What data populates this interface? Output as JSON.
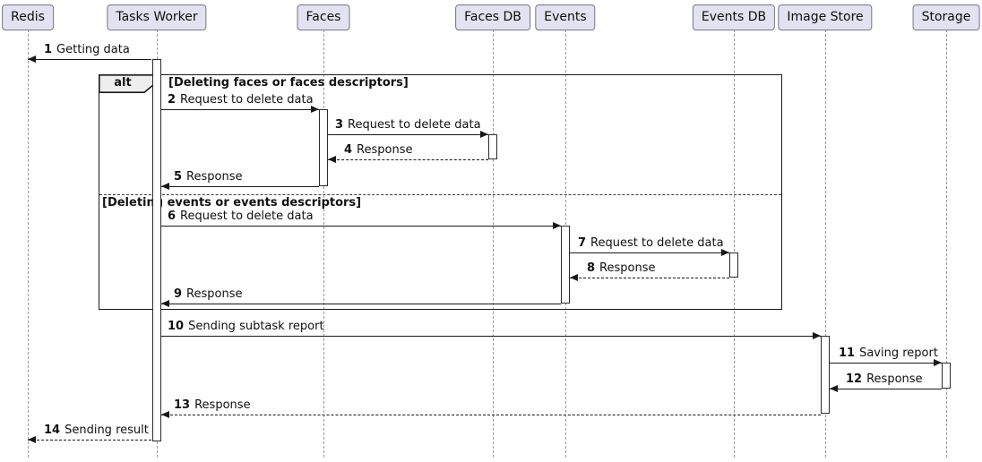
{
  "participants": [
    "Redis",
    "Tasks Worker",
    "Faces",
    "Faces DB",
    "Events",
    "Events DB",
    "Image Store",
    "Storage"
  ],
  "frame": {
    "operator": "alt",
    "guard1": "[Deleting faces or faces descriptors]",
    "guard2": "[Deleting events or events descriptors]"
  },
  "messages": [
    {
      "num": "1",
      "label": "Getting data",
      "from": "Tasks Worker",
      "to": "Redis",
      "line": "solid"
    },
    {
      "num": "2",
      "label": "Request to delete data",
      "from": "Tasks Worker",
      "to": "Faces",
      "line": "solid"
    },
    {
      "num": "3",
      "label": "Request to delete data",
      "from": "Faces",
      "to": "Faces DB",
      "line": "solid"
    },
    {
      "num": "4",
      "label": "Response",
      "from": "Faces DB",
      "to": "Faces",
      "line": "dashed"
    },
    {
      "num": "5",
      "label": "Response",
      "from": "Faces",
      "to": "Tasks Worker",
      "line": "solid"
    },
    {
      "num": "6",
      "label": "Request to delete data",
      "from": "Tasks Worker",
      "to": "Events",
      "line": "solid"
    },
    {
      "num": "7",
      "label": "Request to delete data",
      "from": "Events",
      "to": "Events DB",
      "line": "solid"
    },
    {
      "num": "8",
      "label": "Response",
      "from": "Events DB",
      "to": "Events",
      "line": "dashed"
    },
    {
      "num": "9",
      "label": "Response",
      "from": "Events",
      "to": "Tasks Worker",
      "line": "solid"
    },
    {
      "num": "10",
      "label": "Sending subtask report",
      "from": "Tasks Worker",
      "to": "Image Store",
      "line": "solid"
    },
    {
      "num": "11",
      "label": "Saving report",
      "from": "Image Store",
      "to": "Storage",
      "line": "solid"
    },
    {
      "num": "12",
      "label": "Response",
      "from": "Storage",
      "to": "Image Store",
      "line": "solid"
    },
    {
      "num": "13",
      "label": "Response",
      "from": "Image Store",
      "to": "Tasks Worker",
      "line": "dashed"
    },
    {
      "num": "14",
      "label": "Sending result",
      "from": "Tasks Worker",
      "to": "Redis",
      "line": "dashed"
    }
  ],
  "colors": {
    "participant_fill": "#E2E2F0",
    "participant_border": "#75758A",
    "frame_border": "#181818",
    "operator_fill": "#EEEEEE",
    "lifeline": "#9A9A9A",
    "arrow": "#181818"
  }
}
